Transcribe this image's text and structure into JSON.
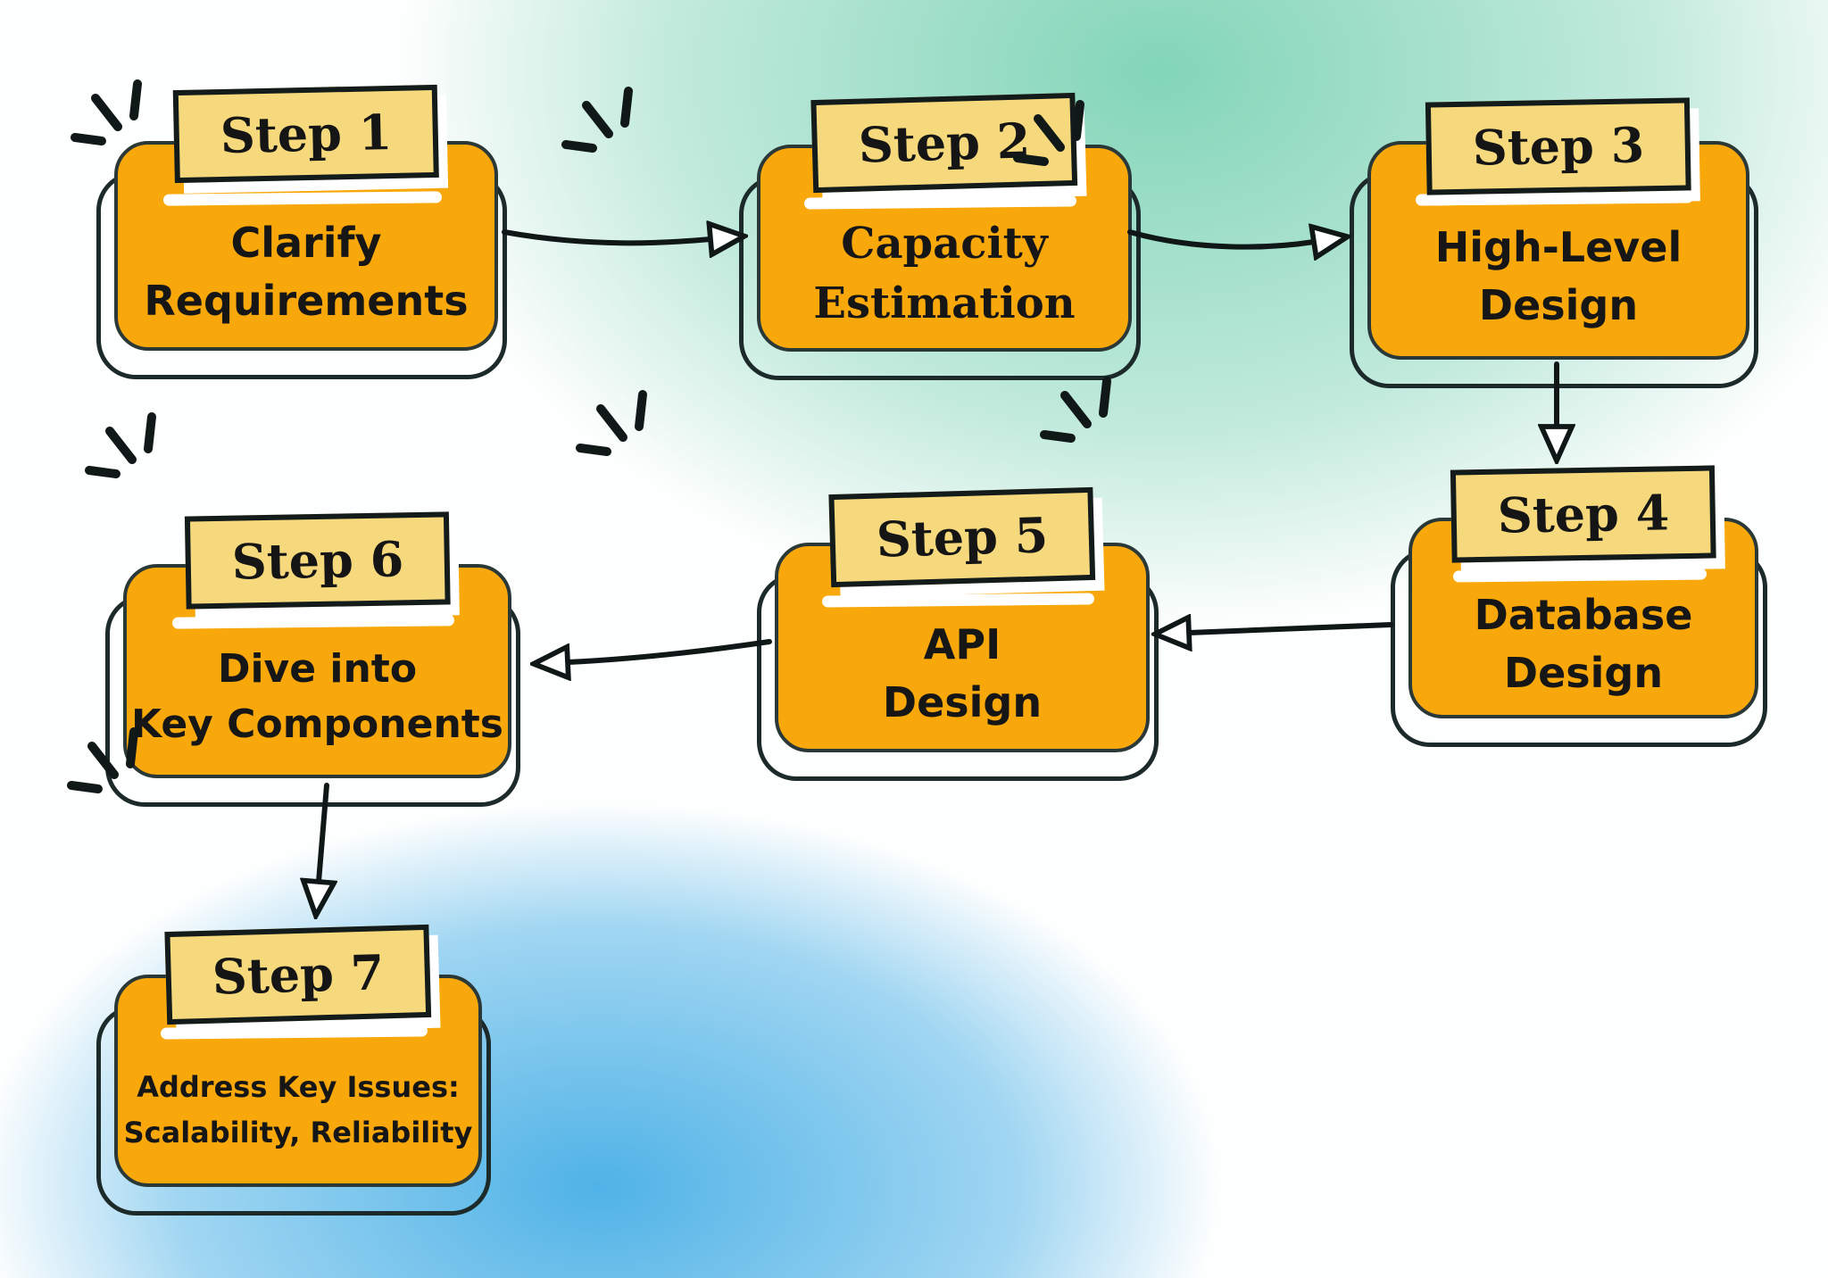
{
  "diagram": {
    "type": "flowchart",
    "description_visible_only": "seven labeled step cards connected by arrows"
  },
  "steps": [
    {
      "label": "Step 1",
      "line1": "Clarify",
      "line2": "Requirements"
    },
    {
      "label": "Step 2",
      "line1": "Capacity",
      "line2": "Estimation"
    },
    {
      "label": "Step 3",
      "line1": "High-Level",
      "line2": "Design"
    },
    {
      "label": "Step 4",
      "line1": "Database",
      "line2": "Design"
    },
    {
      "label": "Step 5",
      "line1": "API",
      "line2": "Design"
    },
    {
      "label": "Step 6",
      "line1": "Dive into",
      "line2": "Key Components"
    },
    {
      "label": "Step 7",
      "line1": "Address Key Issues:",
      "line2": "Scalability, Reliability"
    }
  ],
  "connections": [
    "step1->step2",
    "step2->step3",
    "step3->step4",
    "step4->step5",
    "step5->step6",
    "step6->step7"
  ],
  "colors": {
    "card_orange": "#F8A80A",
    "label_yellow": "#F5D97C",
    "outline_ink": "#1c2a2a",
    "background_teal": "#86D6BB",
    "background_blue": "#54B5E8",
    "text": "#161616",
    "arrowhead_fill": "#ffffff"
  }
}
